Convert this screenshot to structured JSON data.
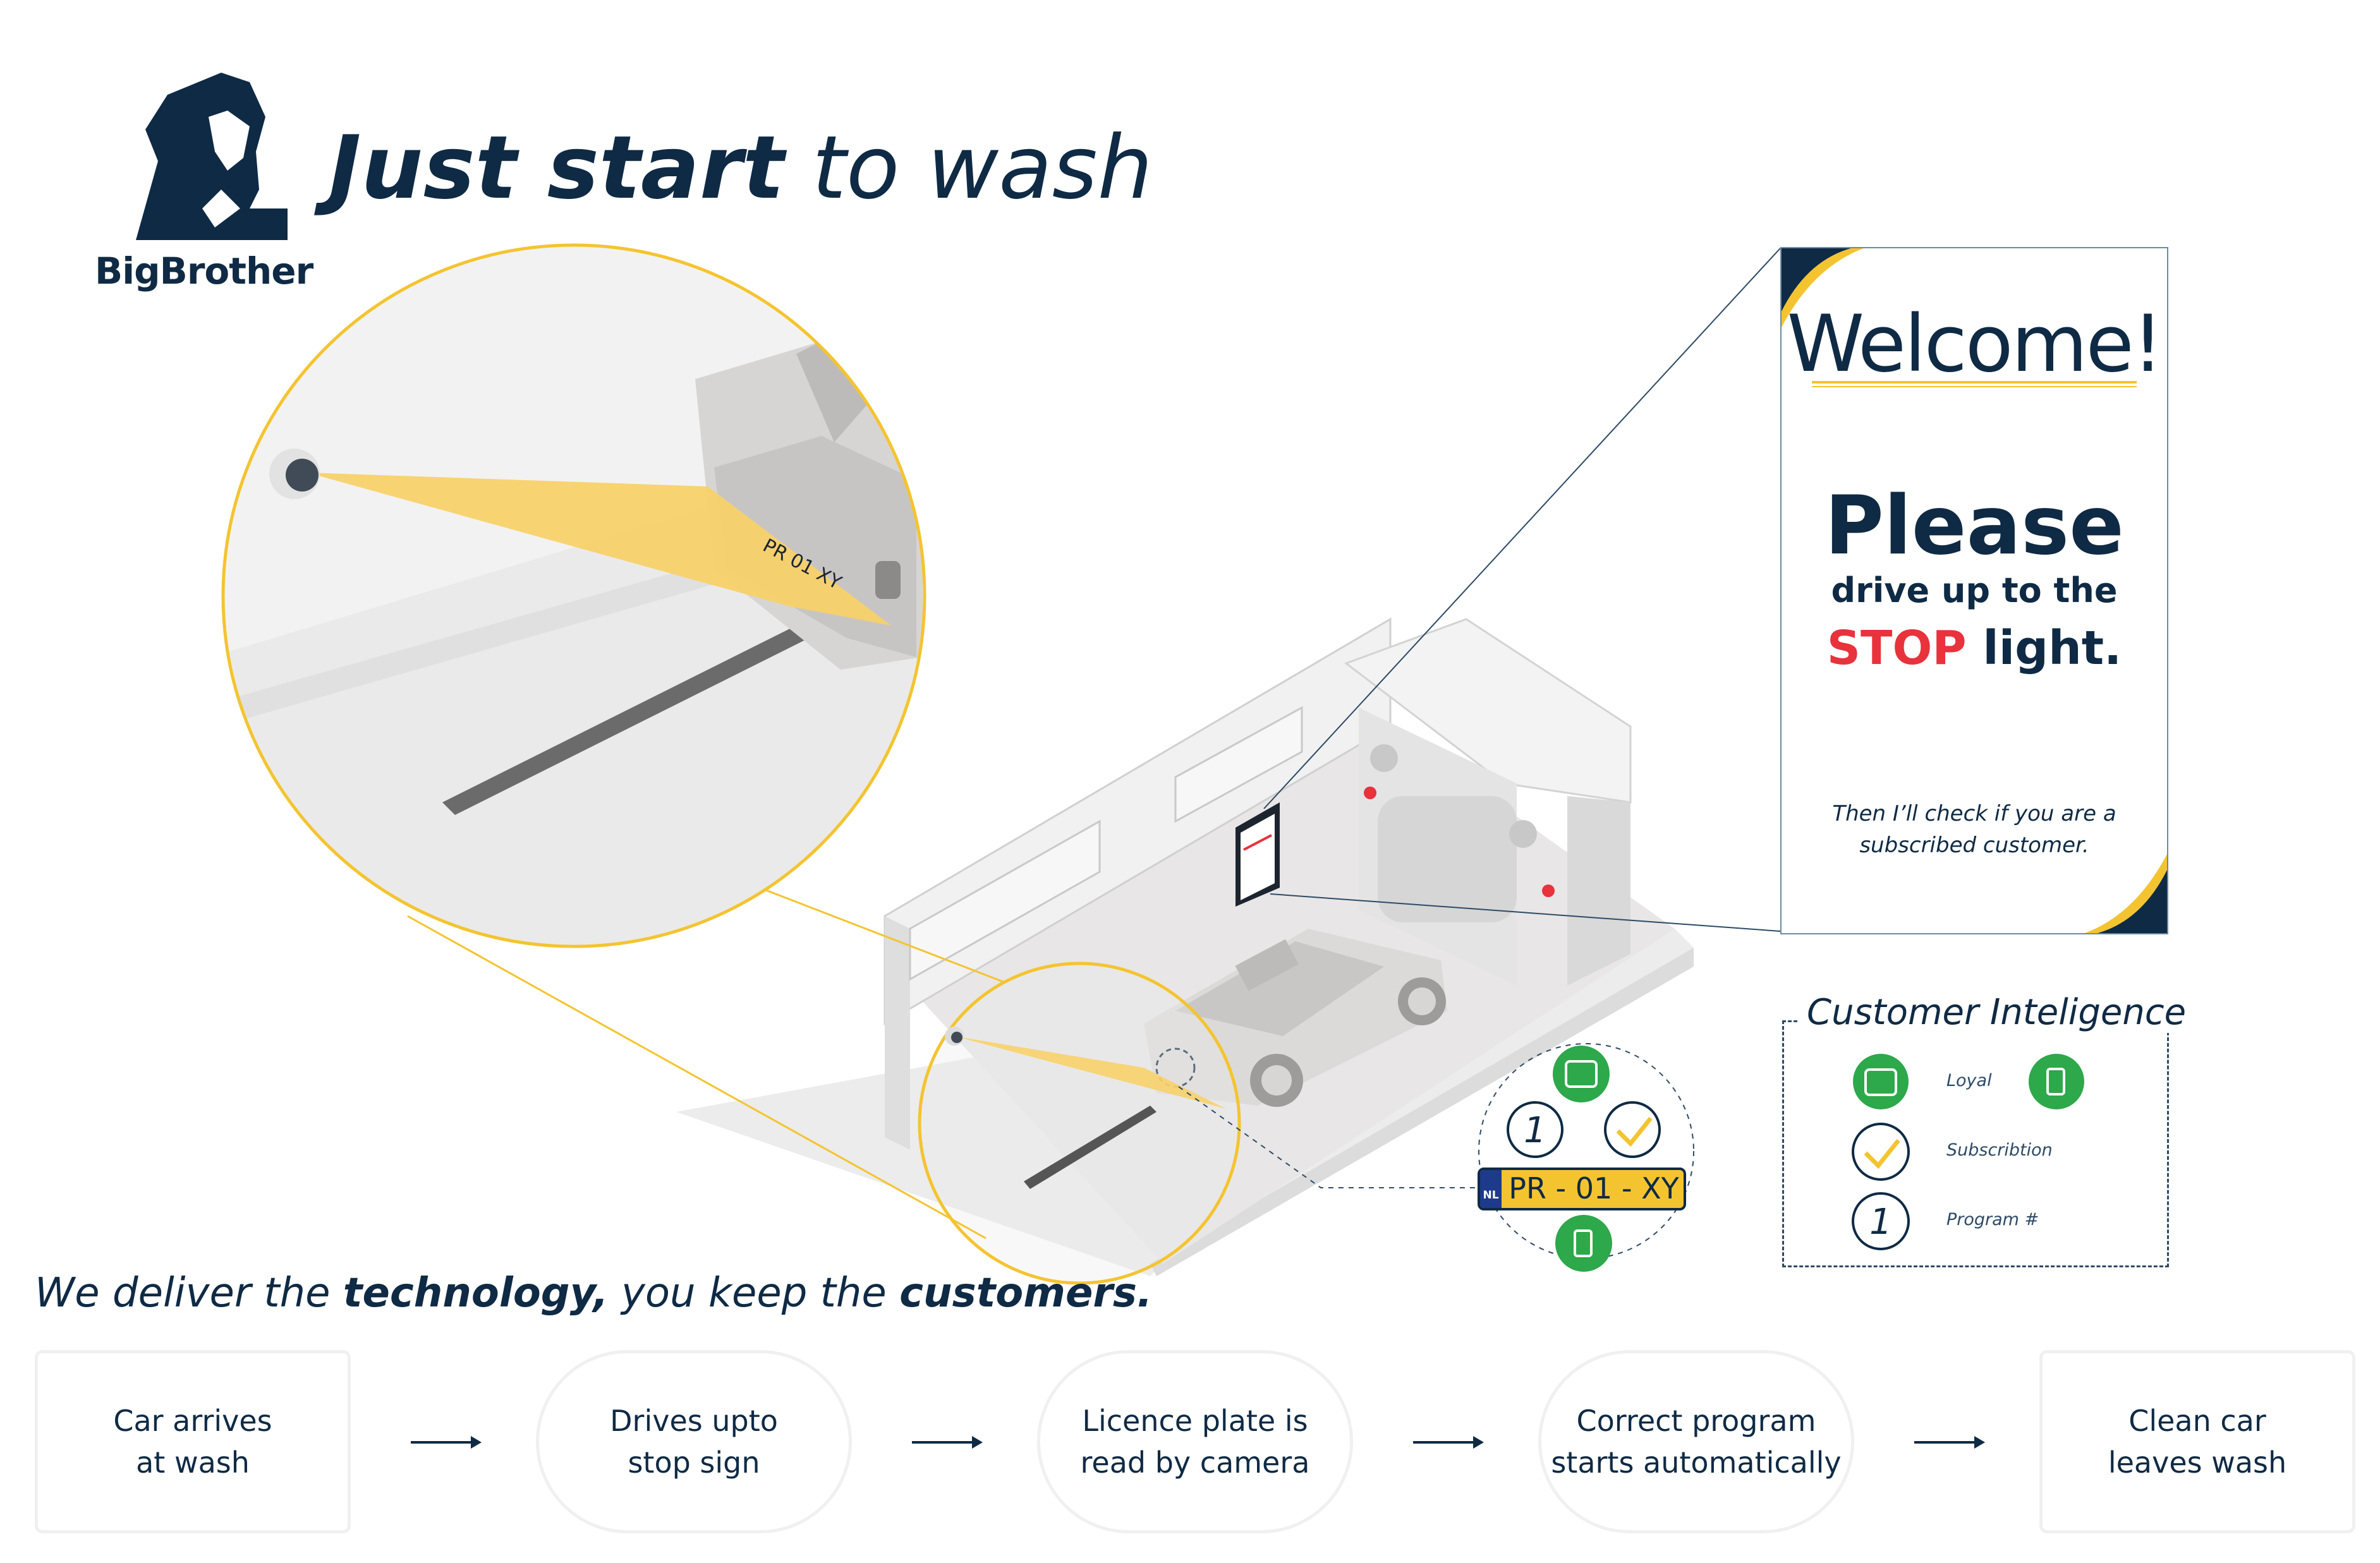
{
  "brand": {
    "name": "BigBrother",
    "headline_strong": "Just start",
    "headline_rest": " to wash"
  },
  "welcome_sign": {
    "title": "Welcome!",
    "please": "Please",
    "drive_line": "drive up to the",
    "stop_word": "STOP",
    "light_word": " light.",
    "check_line": "Then I’ll check if you are a subscribed customer."
  },
  "customer_intelligence": {
    "title": "Customer Inteligence",
    "items": [
      {
        "label": "Loyal",
        "icon": "car-wash-icon"
      },
      {
        "label": "Subscribtion",
        "icon": "checkmark-icon"
      },
      {
        "label": "Program #",
        "icon": "program-number-icon",
        "number": "1"
      }
    ],
    "extra_icon": "fuel-pump-icon"
  },
  "plate": {
    "country": "NL",
    "number": "PR - 01 - XY"
  },
  "zoom_plate_text": "PR 01 XY",
  "program_number": "1",
  "tagline": {
    "part1": "We deliver the ",
    "strong1": "technology,",
    "part2": " you keep the ",
    "strong2": "customers."
  },
  "steps": [
    "Car arrives\nat wash",
    "Drives upto\nstop sign",
    "Licence plate is\nread by camera",
    "Correct program\nstarts automatically",
    "Clean car\nleaves wash"
  ],
  "colors": {
    "navy": "#0f2a44",
    "yellow": "#f4c430",
    "green": "#2da84a",
    "red": "#e8323c",
    "floor": "#e6e4e4"
  }
}
